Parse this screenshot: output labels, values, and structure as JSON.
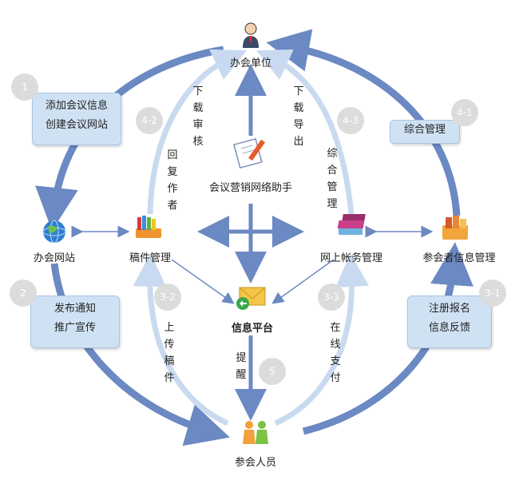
{
  "nodes": {
    "organizer": "办会单位",
    "website": "办会网站",
    "manuscript": "稿件管理",
    "assistant": "会议营销网络助手",
    "platform": "信息平台",
    "finance": "网上帐务管理",
    "attendee_mgmt": "参会者信息管理",
    "attendees": "参会人员"
  },
  "boxes": {
    "box1": [
      "添加会议信息",
      "创建会议网站"
    ],
    "box2": [
      "发布通知",
      "推广宣传"
    ],
    "box3": [
      "注册报名",
      "信息反馈"
    ],
    "box4": [
      "综合管理"
    ]
  },
  "badges": {
    "b1": "1",
    "b2": "2",
    "b3_1": "3-1",
    "b3_2": "3-2",
    "b3_3": "3-3",
    "b4_1": "4-1",
    "b4_2": "4-2",
    "b4_3": "4-3",
    "b5": "5"
  },
  "vertical_labels": {
    "download_review": "下载审核",
    "reply_author": "回复作者",
    "download_export": "下载导出",
    "overall_mgmt": "综合管理",
    "upload": "上传稿件",
    "pay_online": "在线支付",
    "remind": "提醒"
  },
  "colors": {
    "arrow_dark": "#6b89c2",
    "arrow_light": "#c9daf0",
    "box_fill": "#cfe2f3",
    "badge": "#dcdcdc"
  },
  "icons": {
    "organizer": "person-icon",
    "website": "globe-icon",
    "manuscript": "books-icon",
    "assistant": "document-pen-icon",
    "platform": "envelope-icon",
    "finance": "book-stack-icon",
    "attendee_mgmt": "folder-books-icon",
    "attendees": "people-icon"
  }
}
